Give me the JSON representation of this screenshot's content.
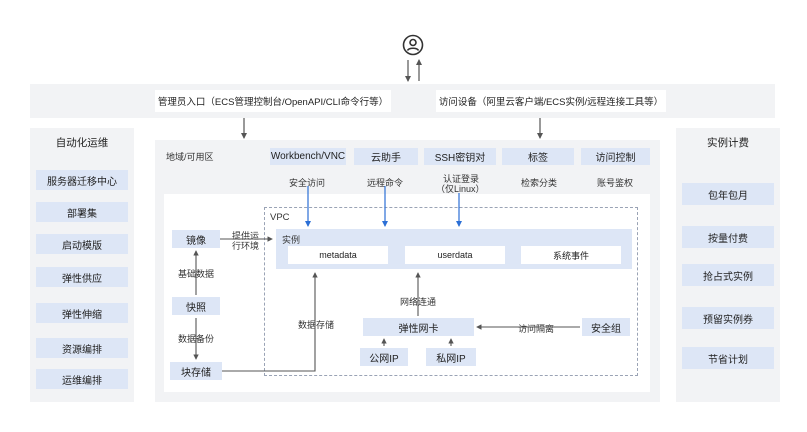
{
  "top_entry": {
    "admin_entry": "管理员入口（ECS管理控制台/OpenAPI/CLI命令行等）",
    "access_device": "访问设备（阿里云客户端/ECS实例/远程连接工具等）"
  },
  "left_panel": {
    "title": "自动化运维",
    "items": [
      "服务器迁移中心",
      "部署集",
      "启动模版",
      "弹性供应",
      "弹性伸缩",
      "资源编排",
      "运维编排"
    ]
  },
  "right_panel": {
    "title": "实例计费",
    "items": [
      "包年包月",
      "按量付费",
      "抢占式实例",
      "预留实例券",
      "节省计划"
    ]
  },
  "region": {
    "label": "地域/可用区",
    "top_services": [
      "Workbench/VNC",
      "云助手",
      "SSH密钥对",
      "标签",
      "访问控制"
    ],
    "service_labels": {
      "secure_access": "安全访问",
      "remote_command": "远程命令",
      "auth_login_1": "认证登录",
      "auth_login_2": "（仅Linux）",
      "search_classify": "检索分类",
      "account_auth": "账号鉴权"
    },
    "storage": {
      "image": "镜像",
      "snapshot": "快照",
      "block_storage": "块存储",
      "provide_env_1": "提供运",
      "provide_env_2": "行环境",
      "base_data": "基础数据",
      "data_backup": "数据备份",
      "data_storage": "数据存储"
    },
    "vpc": {
      "label": "VPC",
      "instance_label": "实例",
      "instance_items": [
        "metadata",
        "userdata",
        "系统事件"
      ],
      "network_connect": "网络连通",
      "eni": "弹性网卡",
      "access_isolation": "访问隔离",
      "security_group": "安全组",
      "public_ip": "公网IP",
      "private_ip": "私网IP"
    }
  },
  "colors": {
    "panel_bg": "#f2f3f5",
    "box_bg": "#dde6f6",
    "arrow_blue": "#2b6fd6",
    "arrow_gray": "#555555"
  }
}
